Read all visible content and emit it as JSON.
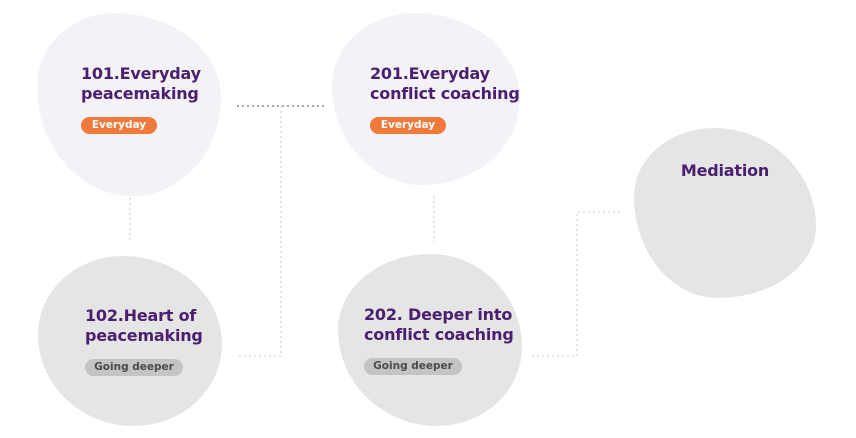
{
  "colors": {
    "title": "#4a1f6e",
    "badge_everyday": "#f07a3c",
    "badge_deeper": "#c4c4c4",
    "blob_light": "#f4f2f6",
    "blob_grey": "#e5e5e5",
    "connector": "#c8c8c8"
  },
  "courses": {
    "c101": {
      "line1": "101.Everyday",
      "line2": "peacemaking",
      "badge": "Everyday"
    },
    "c102": {
      "line1": "102.Heart of",
      "line2": "peacemaking",
      "badge": "Going deeper"
    },
    "c201": {
      "line1": "201.Everyday",
      "line2": "conflict coaching",
      "badge": "Everyday"
    },
    "c202": {
      "line1": "202. Deeper into",
      "line2": "conflict coaching",
      "badge": "Going deeper"
    },
    "mediation": {
      "title": "Mediation"
    }
  }
}
